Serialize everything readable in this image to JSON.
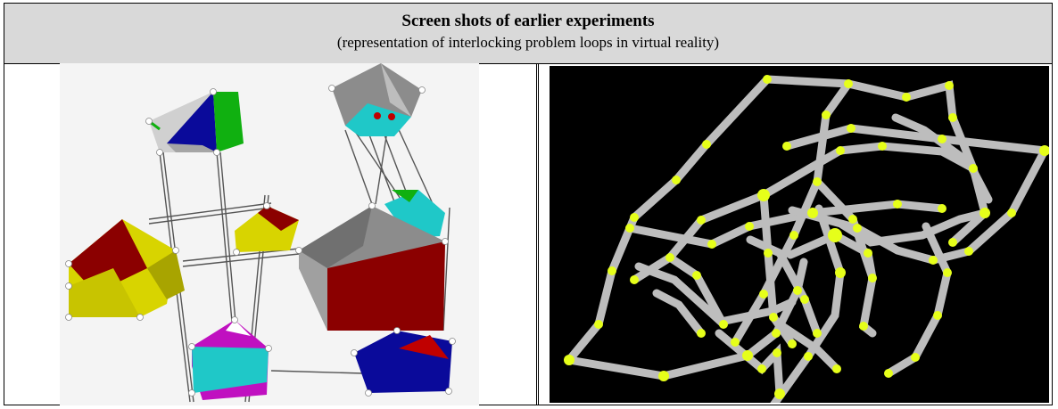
{
  "header": {
    "title": "Screen shots of earlier experiments",
    "subtitle": "(representation of interlocking problem loops in virtual reality)"
  },
  "screenshots": [
    {
      "id": "left",
      "background": "#f4f4f4"
    },
    {
      "id": "right",
      "background": "#000000"
    }
  ],
  "colors": {
    "rod": "#bdbdbd",
    "node": "#e6ff1a",
    "red": "#8b0000",
    "yellow": "#d8d400",
    "gray": "#8c8c8c",
    "blue": "#0a0a9a",
    "cyan": "#1fc8c8",
    "magenta": "#c010c0",
    "green": "#10b010"
  }
}
